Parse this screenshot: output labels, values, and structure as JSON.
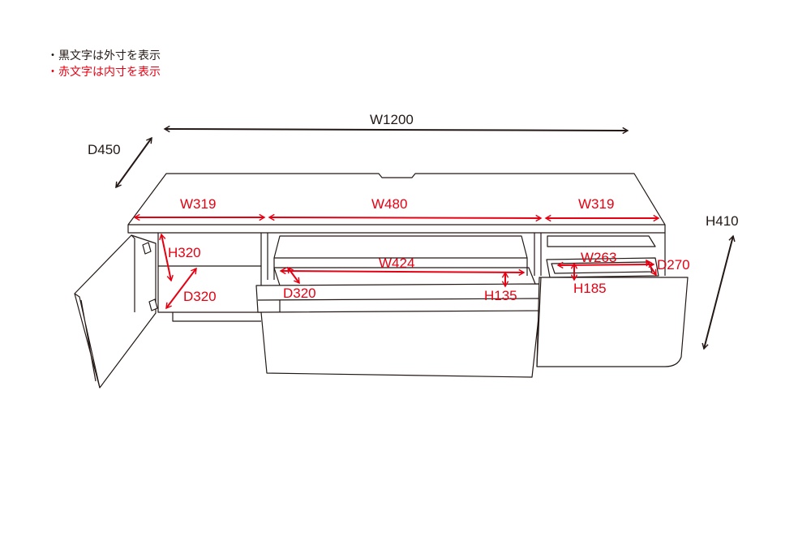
{
  "legend": {
    "black": "・黒文字は外寸を表示",
    "red": "・赤文字は内寸を表示"
  },
  "colors": {
    "outer": "#231815",
    "inner": "#e60012"
  },
  "dimensions": {
    "outer": {
      "width": "W1200",
      "depth": "D450",
      "height": "H410"
    },
    "inner": {
      "left_width": "W319",
      "center_width": "W480",
      "right_width": "W319",
      "left_height": "H320",
      "left_depth": "D320",
      "drawer_width": "W424",
      "drawer_depth": "D320",
      "drawer_height": "H135",
      "right_drawer_width": "W263",
      "right_drawer_depth": "D270",
      "right_drawer_height": "H185"
    }
  }
}
